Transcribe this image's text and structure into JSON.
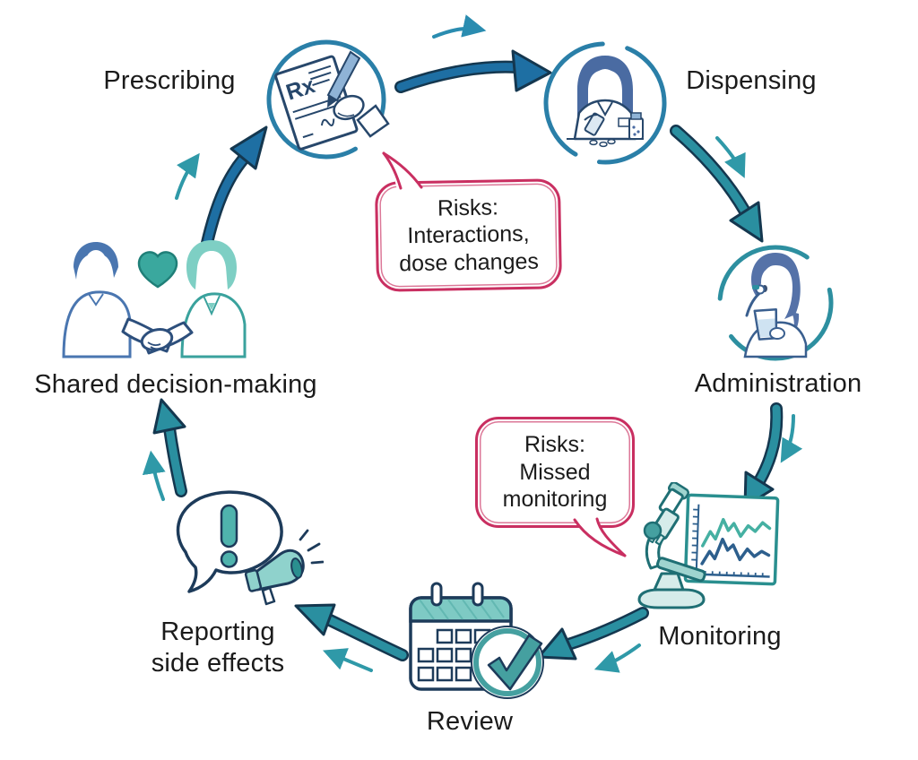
{
  "stages": {
    "prescribing": {
      "label": "Prescribing"
    },
    "dispensing": {
      "label": "Dispensing"
    },
    "administration": {
      "label": "Administration"
    },
    "monitoring": {
      "label": "Monitoring"
    },
    "review": {
      "label": "Review"
    },
    "reporting": {
      "label": "Reporting\nside effects"
    },
    "shared_decision": {
      "label": "Shared decision-making"
    }
  },
  "risk_bubbles": {
    "prescribing_dispensing": {
      "text": "Risks:\nInteractions,\ndose changes"
    },
    "monitoring": {
      "text": "Risks:\nMissed\nmonitoring"
    }
  },
  "icons": {
    "prescription": {
      "rx_label": "Rx"
    },
    "names": [
      "prescription-pad-icon",
      "pharmacist-icon",
      "patient-taking-pill-icon",
      "microscope-chart-icon",
      "calendar-check-icon",
      "alert-megaphone-icon",
      "handshake-heart-icon"
    ]
  },
  "colors": {
    "label_text": "#1b1b1b",
    "arrow_blue": "#1e6fa3",
    "arrow_teal": "#2a8fa0",
    "arrow_thin_teal": "#2f99a8",
    "arrow_outline": "#14374f",
    "bubble_border": "#c92f61",
    "sketch_blue": "#4a6ba2",
    "sketch_teal": "#3aa29d"
  }
}
